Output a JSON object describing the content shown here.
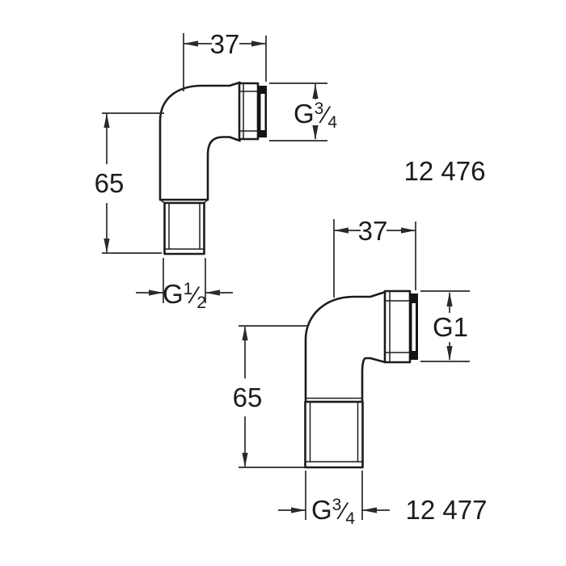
{
  "colors": {
    "ink": "#1c1c1c",
    "dim_ink": "#2a2a2a",
    "thread_dark": "#141414",
    "background": "#ffffff"
  },
  "drawings": [
    {
      "part_number": "12 476",
      "width_mm": "37",
      "height_mm": "65",
      "side_thread": {
        "base": "G",
        "sup": "3",
        "slash": "⁄",
        "sub": "4"
      },
      "bottom_thread": {
        "base": "G",
        "sup": "1",
        "slash": "⁄",
        "sub": "2"
      }
    },
    {
      "part_number": "12 477",
      "width_mm": "37",
      "height_mm": "65",
      "side_thread": {
        "base": "G1",
        "sup": "",
        "slash": "",
        "sub": ""
      },
      "bottom_thread": {
        "base": "G",
        "sup": "3",
        "slash": "⁄",
        "sub": "4"
      }
    }
  ]
}
